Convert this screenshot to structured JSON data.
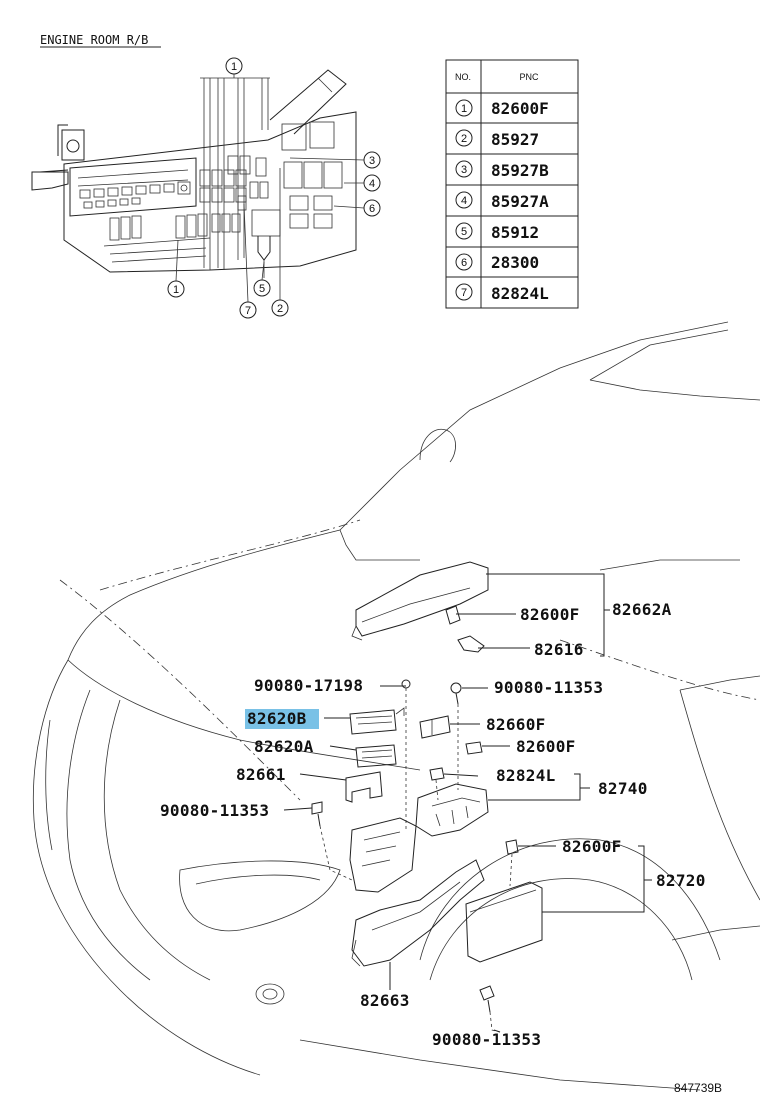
{
  "inset": {
    "title": "ENGINE ROOM R/B",
    "callouts": [
      "1",
      "3",
      "4",
      "6",
      "1",
      "5",
      "2",
      "7"
    ]
  },
  "table": {
    "header_no": "NO.",
    "header_pnc": "PNC",
    "rows": [
      {
        "no": "1",
        "pnc": "82600F"
      },
      {
        "no": "2",
        "pnc": "85927"
      },
      {
        "no": "3",
        "pnc": "85927B"
      },
      {
        "no": "4",
        "pnc": "85927A"
      },
      {
        "no": "5",
        "pnc": "85912"
      },
      {
        "no": "6",
        "pnc": "28300"
      },
      {
        "no": "7",
        "pnc": "82824L"
      }
    ]
  },
  "labels": {
    "p82600F_top": "82600F",
    "p82662A": "82662A",
    "p82616": "82616",
    "p90080_17198": "90080-17198",
    "p90080_11353_a": "90080-11353",
    "p82620B": "82620B",
    "p82660F": "82660F",
    "p82620A": "82620A",
    "p82600F_mid": "82600F",
    "p82661": "82661",
    "p82824L": "82824L",
    "p82740": "82740",
    "p90080_11353_b": "90080-11353",
    "p82600F_low": "82600F",
    "p82720": "82720",
    "p82663": "82663",
    "p90080_11353_c": "90080-11353"
  },
  "highlight": {
    "part": "82620B",
    "color": "#79c1e6"
  },
  "illustration_id": "847739B"
}
